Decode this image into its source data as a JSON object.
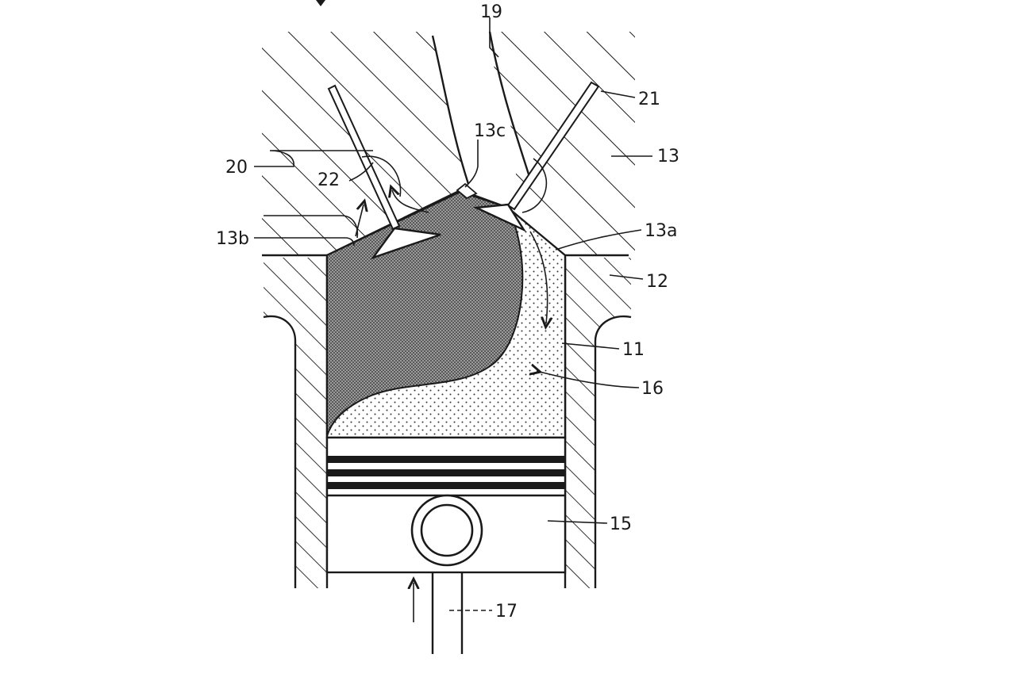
{
  "labels": {
    "l19": "19",
    "l21": "21",
    "l13c": "13c",
    "l13": "13",
    "l20": "20",
    "l22": "22",
    "l13b": "13b",
    "l13a": "13a",
    "l12": "12",
    "l11": "11",
    "l16": "16",
    "l15": "15",
    "l17": "17"
  },
  "colors": {
    "ink": "#1a1a1a",
    "dense_mixture": "#8a8a8a",
    "light_mixture": "#ffffff",
    "background": "#ffffff"
  }
}
